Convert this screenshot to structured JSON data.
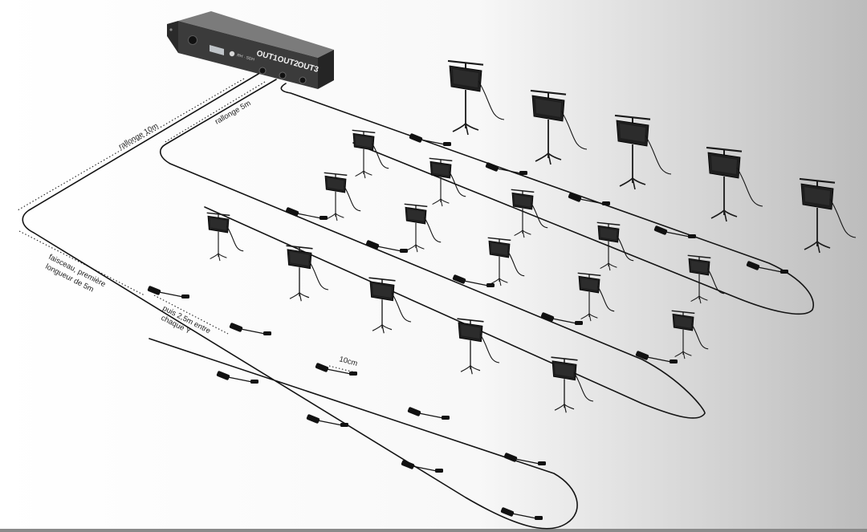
{
  "rack_unit": {
    "outputs": [
      "OUT1",
      "OUT2",
      "OUT3"
    ],
    "brand": "RH · SDH"
  },
  "labels": {
    "rallonge_10m": "rallonge 10m",
    "rallonge_5m": "rallonge 5m",
    "faisceau_line1": "faisceau, première",
    "faisceau_line2": "longueur de 5m",
    "puis_line1": "puis 2,5m entre",
    "puis_line2": "chaque Y",
    "spacing_10cm": "10cm"
  },
  "colors": {
    "background_start": "#ffffff",
    "background_end": "#bcbcbc",
    "cable": "#141414",
    "device": "#1e1e1e"
  }
}
